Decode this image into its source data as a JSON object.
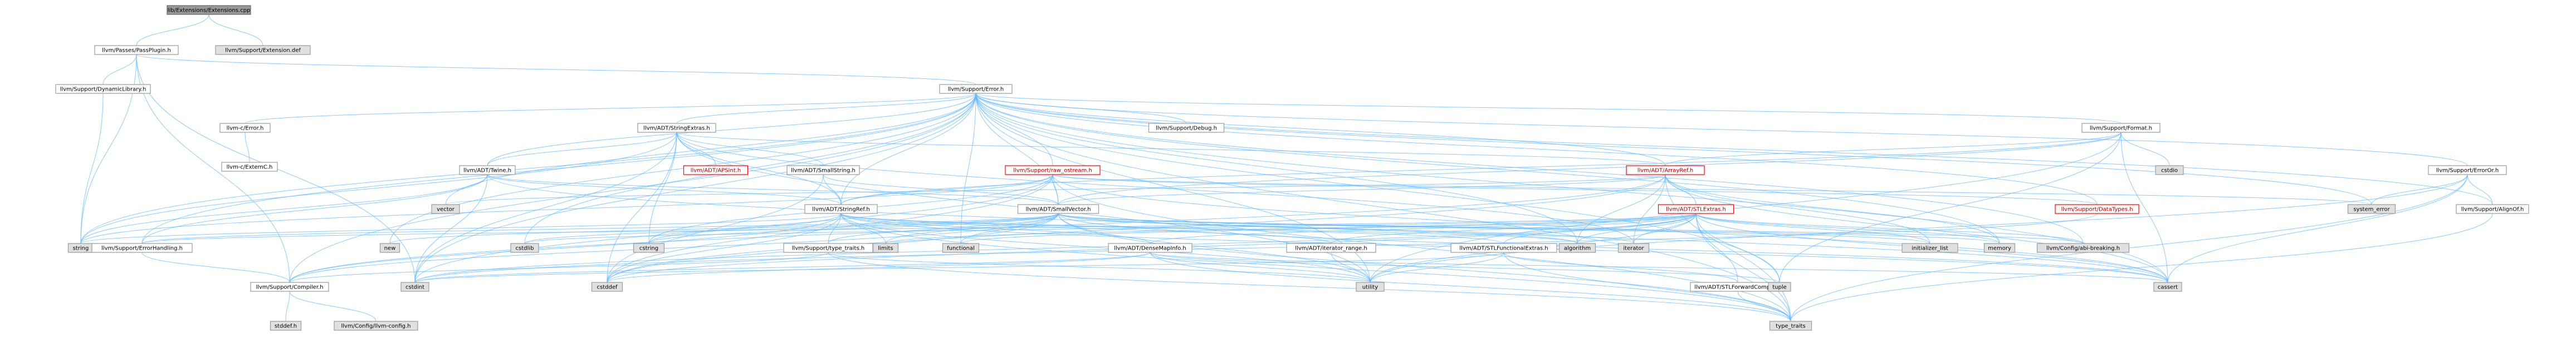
{
  "graph": {
    "title": "",
    "colors": {
      "edge": "#63b8ff",
      "node_border": "#999999",
      "node_fill": "#ffffff",
      "external_fill": "#e0e0e0",
      "root_fill": "#999999",
      "highlight_border": "#ff0000"
    },
    "nodes": [
      {
        "id": "root",
        "label": "lib/Extensions/Extensions.cpp",
        "kind": "root"
      },
      {
        "id": "passplugin",
        "label": "llvm/Passes/PassPlugin.h",
        "kind": "plain"
      },
      {
        "id": "extdef",
        "label": "llvm/Support/Extension.def",
        "kind": "grey"
      },
      {
        "id": "error",
        "label": "llvm/Support/Error.h",
        "kind": "plain"
      },
      {
        "id": "dynlib",
        "label": "llvm/Support/DynamicLibrary.h",
        "kind": "plain"
      },
      {
        "id": "cerror",
        "label": "llvm-c/Error.h",
        "kind": "plain"
      },
      {
        "id": "externc",
        "label": "llvm-c/ExternC.h",
        "kind": "plain"
      },
      {
        "id": "strext",
        "label": "llvm/ADT/StringExtras.h",
        "kind": "plain"
      },
      {
        "id": "twine",
        "label": "llvm/ADT/Twine.h",
        "kind": "plain"
      },
      {
        "id": "apsint",
        "label": "llvm/ADT/APSInt.h",
        "kind": "hot"
      },
      {
        "id": "smallstr",
        "label": "llvm/ADT/SmallString.h",
        "kind": "plain"
      },
      {
        "id": "rawos",
        "label": "llvm/Support/raw_ostream.h",
        "kind": "hot"
      },
      {
        "id": "debug",
        "label": "llvm/Support/Debug.h",
        "kind": "plain"
      },
      {
        "id": "arrayref",
        "label": "llvm/ADT/ArrayRef.h",
        "kind": "hot"
      },
      {
        "id": "format",
        "label": "llvm/Support/Format.h",
        "kind": "plain"
      },
      {
        "id": "cstdio",
        "label": "cstdio",
        "kind": "grey"
      },
      {
        "id": "erroror",
        "label": "llvm/Support/ErrorOr.h",
        "kind": "plain"
      },
      {
        "id": "sysError",
        "label": "system_error",
        "kind": "grey"
      },
      {
        "id": "aligned",
        "label": "llvm/Support/AlignOf.h",
        "kind": "plain"
      },
      {
        "id": "datatypes",
        "label": "llvm/Support/DataTypes.h",
        "kind": "hot"
      },
      {
        "id": "vector",
        "label": "vector",
        "kind": "grey"
      },
      {
        "id": "stringref",
        "label": "llvm/ADT/StringRef.h",
        "kind": "plain"
      },
      {
        "id": "smallvec",
        "label": "llvm/ADT/SmallVector.h",
        "kind": "plain"
      },
      {
        "id": "stlextras",
        "label": "llvm/ADT/STLExtras.h",
        "kind": "hot"
      },
      {
        "id": "string",
        "label": "string",
        "kind": "grey"
      },
      {
        "id": "errhandling",
        "label": "llvm/Support/ErrorHandling.h",
        "kind": "plain"
      },
      {
        "id": "new",
        "label": "new",
        "kind": "grey"
      },
      {
        "id": "cstdlib",
        "label": "cstdlib",
        "kind": "grey"
      },
      {
        "id": "cstring",
        "label": "cstring",
        "kind": "grey"
      },
      {
        "id": "typetraits",
        "label": "llvm/Support/type_traits.h",
        "kind": "plain"
      },
      {
        "id": "limits",
        "label": "limits",
        "kind": "grey"
      },
      {
        "id": "functional",
        "label": "functional",
        "kind": "grey"
      },
      {
        "id": "densemap",
        "label": "llvm/ADT/DenseMapInfo.h",
        "kind": "plain"
      },
      {
        "id": "iterrange",
        "label": "llvm/ADT/iterator_range.h",
        "kind": "plain"
      },
      {
        "id": "stlfunc",
        "label": "llvm/ADT/STLFunctionalExtras.h",
        "kind": "plain"
      },
      {
        "id": "stlfwd",
        "label": "llvm/ADT/STLForwardCompat.h",
        "kind": "plain"
      },
      {
        "id": "algorithm",
        "label": "algorithm",
        "kind": "grey"
      },
      {
        "id": "iterator",
        "label": "iterator",
        "kind": "grey"
      },
      {
        "id": "initlist",
        "label": "initializer_list",
        "kind": "grey"
      },
      {
        "id": "memory",
        "label": "memory",
        "kind": "grey"
      },
      {
        "id": "configab",
        "label": "llvm/Config/abi-breaking.h",
        "kind": "grey"
      },
      {
        "id": "compiler",
        "label": "llvm/Support/Compiler.h",
        "kind": "plain"
      },
      {
        "id": "stddef",
        "label": "stddef.h",
        "kind": "grey"
      },
      {
        "id": "llvmconfig",
        "label": "llvm/Config/llvm-config.h",
        "kind": "grey"
      },
      {
        "id": "cstdint",
        "label": "cstdint",
        "kind": "grey"
      },
      {
        "id": "cstddef",
        "label": "cstddef",
        "kind": "grey"
      },
      {
        "id": "utility",
        "label": "utility",
        "kind": "grey"
      },
      {
        "id": "tuple",
        "label": "tuple",
        "kind": "grey"
      },
      {
        "id": "cassert",
        "label": "cassert",
        "kind": "grey"
      },
      {
        "id": "typetraits_std",
        "label": "type_traits",
        "kind": "grey"
      }
    ],
    "edges": [
      [
        "root",
        "passplugin"
      ],
      [
        "root",
        "extdef"
      ],
      [
        "passplugin",
        "error"
      ],
      [
        "passplugin",
        "dynlib"
      ],
      [
        "passplugin",
        "compiler"
      ],
      [
        "passplugin",
        "cstdint"
      ],
      [
        "passplugin",
        "string"
      ],
      [
        "dynlib",
        "string"
      ],
      [
        "error",
        "cerror"
      ],
      [
        "error",
        "strext"
      ],
      [
        "error",
        "twine"
      ],
      [
        "error",
        "debug"
      ],
      [
        "error",
        "format"
      ],
      [
        "error",
        "erroror"
      ],
      [
        "error",
        "rawos"
      ],
      [
        "error",
        "smallvec"
      ],
      [
        "error",
        "stringref"
      ],
      [
        "error",
        "arrayref"
      ],
      [
        "error",
        "compiler"
      ],
      [
        "error",
        "errhandling"
      ],
      [
        "error",
        "aligned"
      ],
      [
        "error",
        "sysError"
      ],
      [
        "error",
        "cassert"
      ],
      [
        "error",
        "string"
      ],
      [
        "error",
        "cstdint"
      ],
      [
        "error",
        "cstdlib"
      ],
      [
        "error",
        "vector"
      ],
      [
        "error",
        "new"
      ],
      [
        "error",
        "memory"
      ],
      [
        "error",
        "functional"
      ],
      [
        "error",
        "algorithm"
      ],
      [
        "error",
        "utility"
      ],
      [
        "error",
        "typetraits_std"
      ],
      [
        "error",
        "configab"
      ],
      [
        "error",
        "tuple"
      ],
      [
        "error",
        "datatypes"
      ],
      [
        "cerror",
        "externc"
      ],
      [
        "strext",
        "apsint"
      ],
      [
        "strext",
        "arrayref"
      ],
      [
        "strext",
        "smallstr"
      ],
      [
        "strext",
        "stringref"
      ],
      [
        "strext",
        "twine"
      ],
      [
        "strext",
        "cstring"
      ],
      [
        "strext",
        "string"
      ],
      [
        "strext",
        "cstdint"
      ],
      [
        "strext",
        "cstddef"
      ],
      [
        "strext",
        "iterator"
      ],
      [
        "strext",
        "utility"
      ],
      [
        "twine",
        "smallvec"
      ],
      [
        "twine",
        "stringref"
      ],
      [
        "twine",
        "errhandling"
      ],
      [
        "twine",
        "cassert"
      ],
      [
        "twine",
        "cstdint"
      ],
      [
        "twine",
        "string"
      ],
      [
        "smallstr",
        "smallvec"
      ],
      [
        "smallstr",
        "stringref"
      ],
      [
        "smallstr",
        "cstddef"
      ],
      [
        "rawos",
        "smallvec"
      ],
      [
        "rawos",
        "stringref"
      ],
      [
        "rawos",
        "datatypes"
      ],
      [
        "rawos",
        "cassert"
      ],
      [
        "rawos",
        "cstddef"
      ],
      [
        "rawos",
        "cstdint"
      ],
      [
        "rawos",
        "cstring"
      ],
      [
        "rawos",
        "string"
      ],
      [
        "rawos",
        "sysError"
      ],
      [
        "rawos",
        "typetraits_std"
      ],
      [
        "arrayref",
        "stlextras"
      ],
      [
        "arrayref",
        "smallvec"
      ],
      [
        "arrayref",
        "compiler"
      ],
      [
        "arrayref",
        "algorithm"
      ],
      [
        "arrayref",
        "array"
      ],
      [
        "arrayref",
        "cassert"
      ],
      [
        "arrayref",
        "cstddef"
      ],
      [
        "arrayref",
        "initlist"
      ],
      [
        "arrayref",
        "iterator"
      ],
      [
        "arrayref",
        "memory"
      ],
      [
        "arrayref",
        "typetraits_std"
      ],
      [
        "arrayref",
        "vector"
      ],
      [
        "format",
        "arrayref"
      ],
      [
        "format",
        "stringref"
      ],
      [
        "format",
        "smallvec"
      ],
      [
        "format",
        "cassert"
      ],
      [
        "format",
        "cstdio"
      ],
      [
        "format",
        "tuple"
      ],
      [
        "format",
        "utility"
      ],
      [
        "erroror",
        "aligned"
      ],
      [
        "erroror",
        "cassert"
      ],
      [
        "erroror",
        "sysError"
      ],
      [
        "erroror",
        "typetraits_std"
      ],
      [
        "erroror",
        "utility"
      ],
      [
        "aligned",
        "typetraits_std"
      ],
      [
        "stringref",
        "densemap"
      ],
      [
        "stringref",
        "iterrange"
      ],
      [
        "stringref",
        "compiler"
      ],
      [
        "stringref",
        "algorithm"
      ],
      [
        "stringref",
        "cassert"
      ],
      [
        "stringref",
        "cstddef"
      ],
      [
        "stringref",
        "cstring"
      ],
      [
        "stringref",
        "limits"
      ],
      [
        "stringref",
        "string"
      ],
      [
        "stringref",
        "typetraits_std"
      ],
      [
        "stringref",
        "utility"
      ],
      [
        "stringref",
        "stlfunc"
      ],
      [
        "stringref",
        "typetraits"
      ],
      [
        "smallvec",
        "compiler"
      ],
      [
        "smallvec",
        "typetraits"
      ],
      [
        "smallvec",
        "algorithm"
      ],
      [
        "smallvec",
        "cassert"
      ],
      [
        "smallvec",
        "cstddef"
      ],
      [
        "smallvec",
        "cstdlib"
      ],
      [
        "smallvec",
        "cstring"
      ],
      [
        "smallvec",
        "functional"
      ],
      [
        "smallvec",
        "initlist"
      ],
      [
        "smallvec",
        "iterator"
      ],
      [
        "smallvec",
        "limits"
      ],
      [
        "smallvec",
        "memory"
      ],
      [
        "smallvec",
        "new"
      ],
      [
        "smallvec",
        "typetraits_std"
      ],
      [
        "smallvec",
        "utility"
      ],
      [
        "smallvec",
        "errhandling"
      ],
      [
        "smallvec",
        "configab"
      ],
      [
        "stlextras",
        "stlfunc"
      ],
      [
        "stlextras",
        "stlfwd"
      ],
      [
        "stlextras",
        "iterrange"
      ],
      [
        "stlextras",
        "configab"
      ],
      [
        "stlextras",
        "errhandling"
      ],
      [
        "stlextras",
        "algorithm"
      ],
      [
        "stlextras",
        "cassert"
      ],
      [
        "stlextras",
        "cstddef"
      ],
      [
        "stlextras",
        "cstdint"
      ],
      [
        "stlextras",
        "cstdlib"
      ],
      [
        "stlextras",
        "functional"
      ],
      [
        "stlextras",
        "initlist"
      ],
      [
        "stlextras",
        "iterator"
      ],
      [
        "stlextras",
        "limits"
      ],
      [
        "stlextras",
        "memory"
      ],
      [
        "stlextras",
        "tuple"
      ],
      [
        "stlextras",
        "typetraits_std"
      ],
      [
        "stlextras",
        "utility"
      ],
      [
        "stlextras",
        "densemap"
      ],
      [
        "errhandling",
        "compiler"
      ],
      [
        "typetraits",
        "compiler"
      ],
      [
        "typetraits",
        "typetraits_std"
      ],
      [
        "typetraits",
        "utility"
      ],
      [
        "densemap",
        "cassert"
      ],
      [
        "densemap",
        "cstddef"
      ],
      [
        "densemap",
        "cstdint"
      ],
      [
        "densemap",
        "tuple"
      ],
      [
        "densemap",
        "typetraits_std"
      ],
      [
        "densemap",
        "utility"
      ],
      [
        "iterrange",
        "utility"
      ],
      [
        "stlfunc",
        "stlfwd"
      ],
      [
        "stlfunc",
        "cstdint"
      ],
      [
        "stlfunc",
        "typetraits_std"
      ],
      [
        "stlfunc",
        "utility"
      ],
      [
        "stlfwd",
        "typetraits_std"
      ],
      [
        "compiler",
        "stddef"
      ],
      [
        "compiler",
        "llvmconfig"
      ],
      [
        "datatypes",
        "cstdint"
      ]
    ]
  }
}
